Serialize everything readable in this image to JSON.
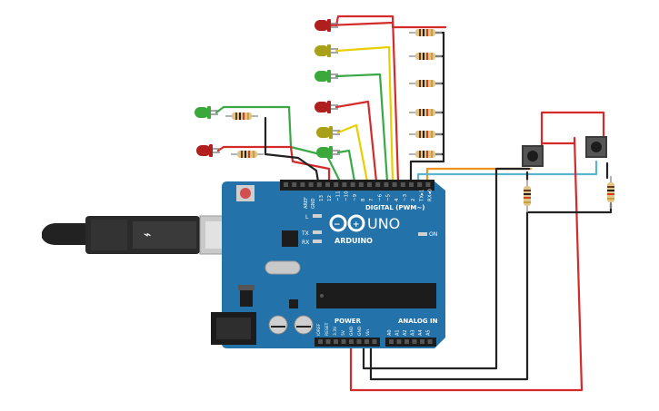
{
  "board": {
    "brand": "ARDUINO",
    "model": "UNO",
    "digital_header": "DIGITAL (PWM~)",
    "power_header": "POWER",
    "analog_header": "ANALOG IN",
    "on_label": "ON",
    "l_label": "L",
    "tx_label": "TX",
    "rx_label": "RX",
    "aref_label": "AREF",
    "gnd_label": "GND",
    "digital_pins": [
      "13",
      "12",
      "~11",
      "~10",
      "~9",
      "8",
      "7",
      "~6",
      "~5",
      "4",
      "~3",
      "2",
      "TX▸1",
      "RX◂0"
    ],
    "power_pins": [
      "IOREF",
      "RESET",
      "3.3V",
      "5V",
      "GND",
      "GND",
      "Vin"
    ],
    "analog_pins": [
      "A0",
      "A1",
      "A2",
      "A3",
      "A4",
      "A5"
    ]
  },
  "colors": {
    "board": "#2372a9",
    "wire_red": "#d42a2a",
    "wire_black": "#222222",
    "wire_green": "#39a845",
    "wire_yellow": "#e8d000",
    "wire_orange": "#f0921e",
    "wire_cyan": "#5ab6d0",
    "led_red": "#b01e1e",
    "led_yellow": "#a8a018",
    "led_green": "#3aa83a"
  },
  "components": {
    "leds": [
      {
        "color": "led_red"
      },
      {
        "color": "led_yellow"
      },
      {
        "color": "led_green"
      },
      {
        "color": "led_red"
      },
      {
        "color": "led_yellow"
      },
      {
        "color": "led_green"
      },
      {
        "color": "led_green"
      },
      {
        "color": "led_red"
      }
    ],
    "pushbuttons": 2,
    "resistors": 10
  }
}
